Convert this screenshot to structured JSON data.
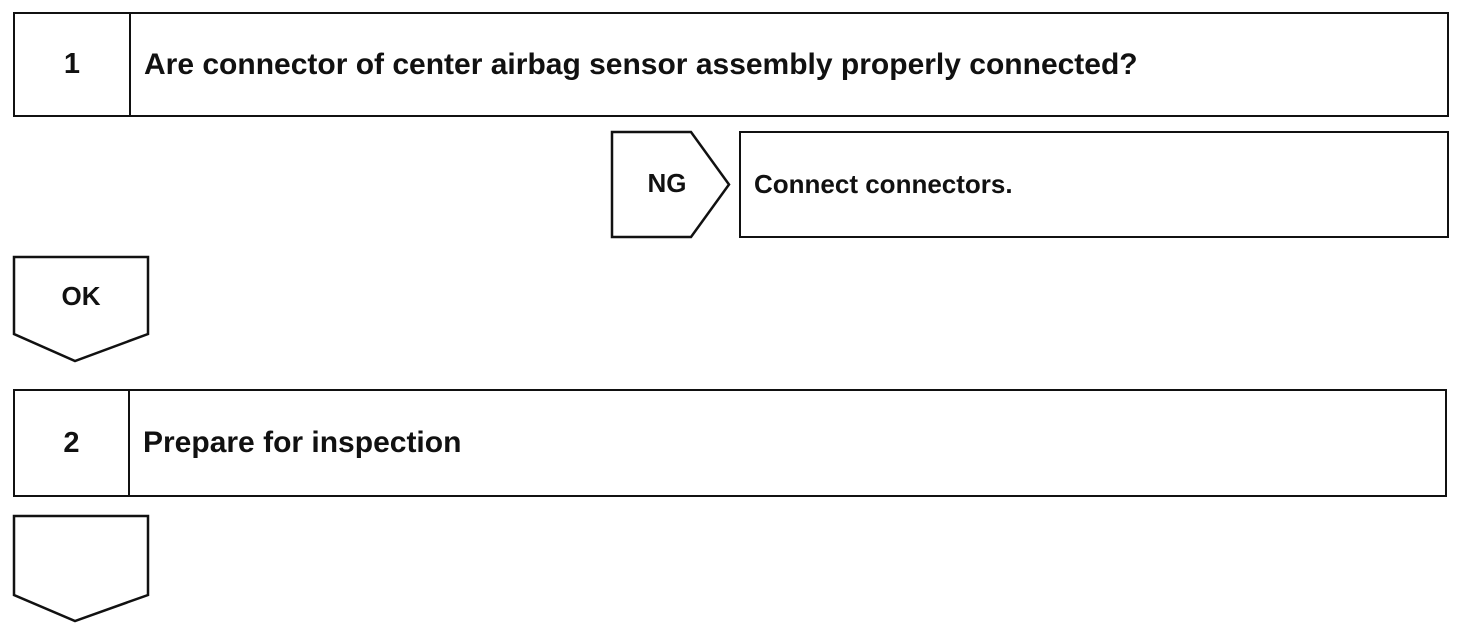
{
  "steps": [
    {
      "number": "1",
      "text": "Are connector of center airbag sensor assembly properly connected?"
    },
    {
      "number": "2",
      "text": "Prepare for inspection"
    }
  ],
  "ng_branch": {
    "label": "NG",
    "action": "Connect connectors."
  },
  "ok_branch": {
    "label": "OK"
  }
}
